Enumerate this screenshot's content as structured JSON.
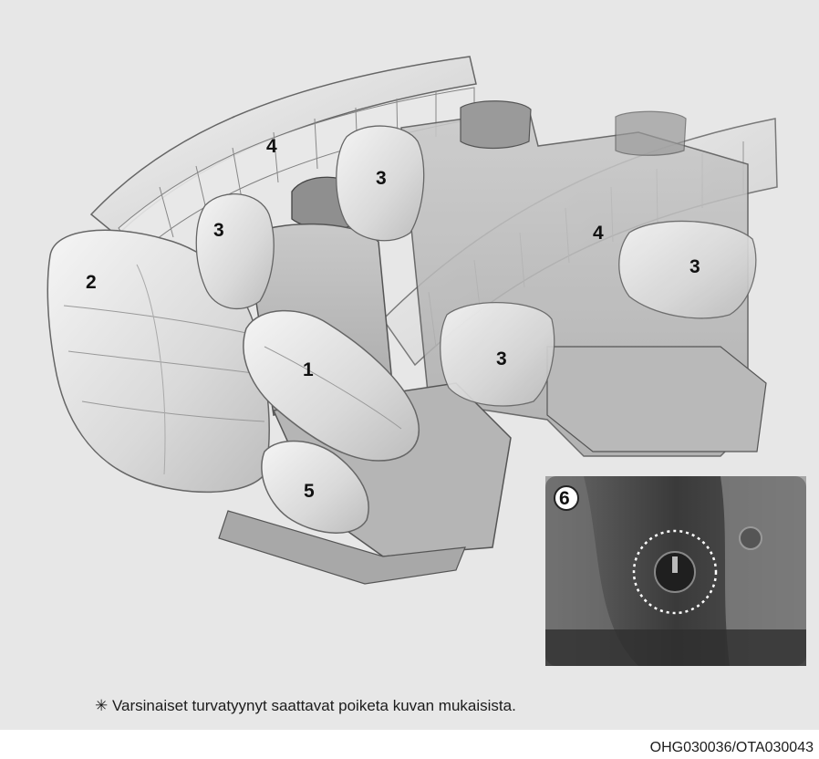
{
  "callouts": {
    "front_airbag": "1",
    "passenger_airbag": "2",
    "side_airbag_rear_left": "3",
    "side_airbag_front": "3",
    "side_airbag_rear_right": "3",
    "side_airbag_right_front": "3",
    "curtain_airbag_left": "4",
    "curtain_airbag_right": "4",
    "knee_airbag": "5",
    "switch_inset": "6"
  },
  "footnote": "✳ Varsinaiset turvatyynyt saattavat poiketa kuvan mukaisista.",
  "figure_code": "OHG030036/OTA030043",
  "colors": {
    "background": "#e7e7e7",
    "airbag_fill": "#dedede",
    "outline": "#555555",
    "inset_dark": "#3c3c3c"
  }
}
